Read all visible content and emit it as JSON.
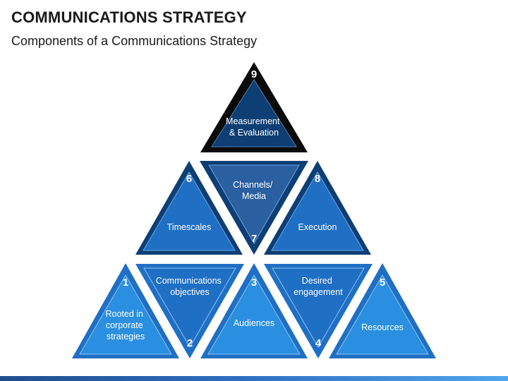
{
  "header": {
    "title": "COMMUNICATIONS STRATEGY",
    "subtitle": "Components of a Communications Strategy"
  },
  "colors": {
    "outline": "#0b0b0b",
    "level1": "#2a8fe0",
    "level2": "#1f6fc4",
    "level3": "#0d3e74",
    "mid_inverted": "#2a5fa0",
    "bottom_inverted": "#1f6fc4",
    "text": "#ffffff"
  },
  "components": [
    {
      "id": "c1",
      "number": "1",
      "label": [
        "Rooted in",
        "corporate",
        "strategies"
      ]
    },
    {
      "id": "c2",
      "number": "2",
      "label": [
        "Communications",
        "objectives"
      ]
    },
    {
      "id": "c3",
      "number": "3",
      "label": [
        "Audiences"
      ]
    },
    {
      "id": "c4",
      "number": "4",
      "label": [
        "Desired",
        "engagement"
      ]
    },
    {
      "id": "c5",
      "number": "5",
      "label": [
        "Resources"
      ]
    },
    {
      "id": "c6",
      "number": "6",
      "label": [
        "Timescales"
      ]
    },
    {
      "id": "c7",
      "number": "7",
      "label": [
        "Channels/",
        "Media"
      ]
    },
    {
      "id": "c8",
      "number": "8",
      "label": [
        "Execution"
      ]
    },
    {
      "id": "c9",
      "number": "9",
      "label": [
        "Measurement",
        "& Evaluation"
      ]
    }
  ]
}
